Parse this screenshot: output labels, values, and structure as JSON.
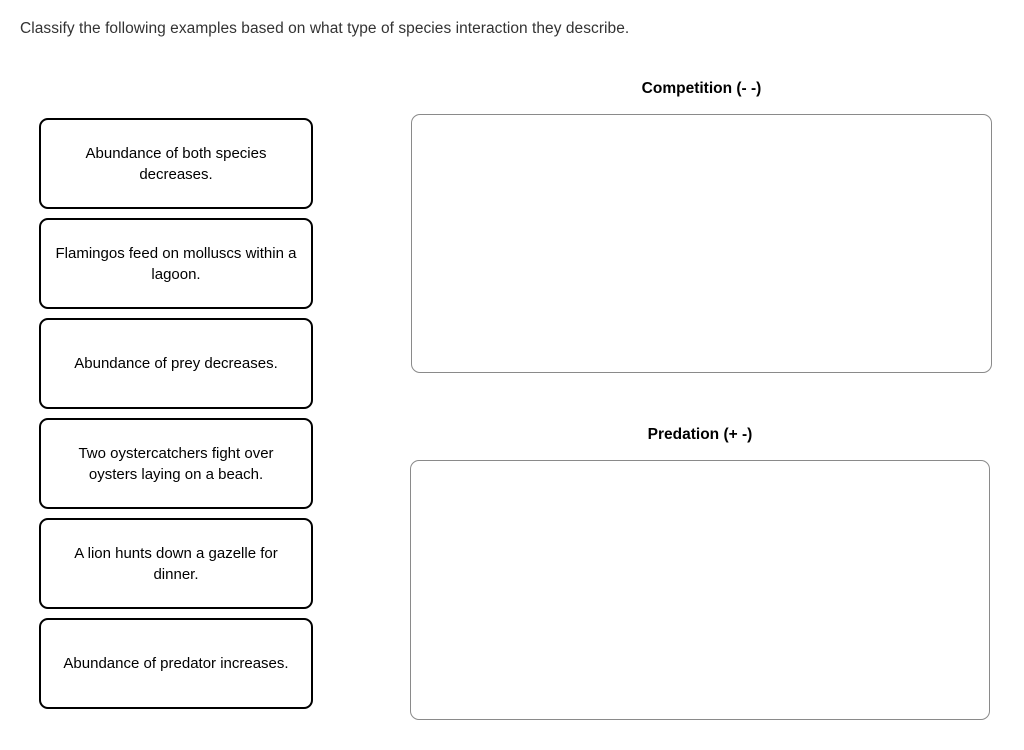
{
  "instruction": "Classify the following examples based on what type of species interaction they describe.",
  "examples": [
    {
      "text": "Abundance of both species decreases."
    },
    {
      "text": "Flamingos feed on molluscs within a lagoon."
    },
    {
      "text": "Abundance of prey decreases."
    },
    {
      "text": "Two oystercatchers fight over oysters laying on a beach."
    },
    {
      "text": "A lion hunts down a gazelle for dinner."
    },
    {
      "text": "Abundance of predator increases."
    }
  ],
  "categories": [
    {
      "label": "Competition (- -)",
      "items": []
    },
    {
      "label": "Predation (+ -)",
      "items": []
    }
  ],
  "colors": {
    "card_border": "#000000",
    "dropzone_border": "#8a8a8a",
    "text": "#000000",
    "prompt_text": "#333333",
    "background": "#ffffff"
  }
}
